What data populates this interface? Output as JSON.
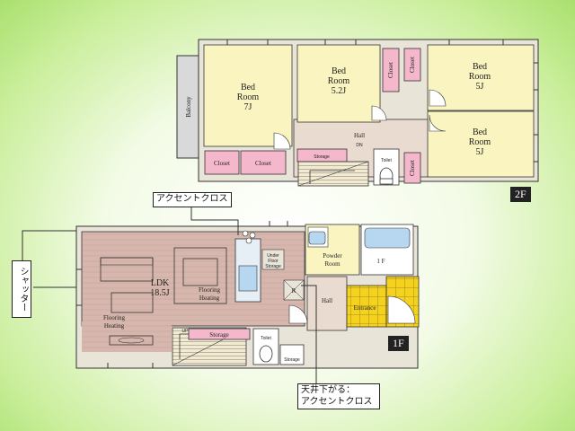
{
  "floor2": {
    "tag": "2F",
    "rooms": {
      "bed7": {
        "line1": "Bed",
        "line2": "Room",
        "line3": "7J"
      },
      "bed52": {
        "line1": "Bed",
        "line2": "Room",
        "line3": "5.2J"
      },
      "bed5a": {
        "line1": "Bed",
        "line2": "Room",
        "line3": "5J"
      },
      "bed5b": {
        "line1": "Bed",
        "line2": "Room",
        "line3": "5J"
      },
      "balcony": "Balcony",
      "hall": "Hall",
      "dn": "DN",
      "toilet": "Toilet",
      "storage": "Storage"
    },
    "closet": "Closet"
  },
  "floor1": {
    "tag": "1F",
    "ldk": {
      "line1": "LDK",
      "line2": "18.5J"
    },
    "flooring": {
      "line1": "Flooring",
      "line2": "Heating"
    },
    "flooring2": {
      "line1": "Flooring",
      "line2": "Heating"
    },
    "up": "UP",
    "storage": "Storage",
    "toilet": "Toilet",
    "storage2": "Storage",
    "powder": {
      "line1": "Powder",
      "line2": "Room"
    },
    "ub": "1 F",
    "hall": "Hall",
    "entrance": "Entrance",
    "underfloor": {
      "line1": "Under",
      "line2": "Floor",
      "line3": "Storage"
    },
    "r": "R"
  },
  "callouts": {
    "accent_top": "アクセントクロス",
    "shutter": "シャッター",
    "ceiling_line1": "天井下がる：",
    "ceiling_line2": "アクセントクロス"
  }
}
